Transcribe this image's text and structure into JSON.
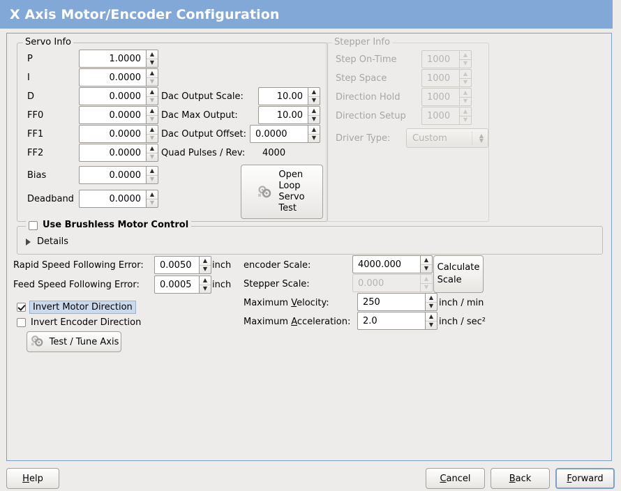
{
  "window": {
    "title": "X Axis Motor/Encoder Configuration",
    "title_bg": "#82a8d8",
    "body_bg": "#edecea",
    "frame_border": "#7ba0cd"
  },
  "servo_info": {
    "legend": "Servo Info",
    "rows": [
      {
        "label": "P",
        "value": "1.0000"
      },
      {
        "label": "I",
        "value": "0.0000"
      },
      {
        "label": "D",
        "value": "0.0000"
      },
      {
        "label": "FF0",
        "value": "0.0000"
      },
      {
        "label": "FF1",
        "value": "0.0000"
      },
      {
        "label": "FF2",
        "value": "0.0000"
      },
      {
        "label": "Bias",
        "value": "0.0000"
      },
      {
        "label": "Deadband",
        "value": "0.0000"
      }
    ],
    "dac": [
      {
        "label": "Dac Output Scale:",
        "value": "10.00"
      },
      {
        "label": "Dac Max Output:",
        "value": "10.00"
      },
      {
        "label": "Dac Output Offset:",
        "value": "0.0000"
      }
    ],
    "quad_label": "Quad Pulses / Rev:",
    "quad_value": "4000",
    "open_loop_button": "Open\nLoop\nServo\nTest",
    "open_loop_lines": [
      "Open",
      "Loop",
      "Servo",
      "Test"
    ],
    "open_loop_icon": "gears-icon"
  },
  "stepper_info": {
    "legend": "Stepper Info",
    "disabled": true,
    "rows": [
      {
        "label": "Step On-Time",
        "value": "1000"
      },
      {
        "label": "Step Space",
        "value": "1000"
      },
      {
        "label": "Direction Hold",
        "value": "1000"
      },
      {
        "label": "Direction Setup",
        "value": "1000"
      }
    ],
    "driver_type_label": "Driver Type:",
    "driver_type_value": "Custom"
  },
  "brushless": {
    "checkbox_label": "Use Brushless Motor Control",
    "checked": false,
    "details_label": "Details",
    "details_expanded": false
  },
  "errors": {
    "rapid_label": "Rapid Speed Following Error:",
    "rapid_value": "0.0050",
    "rapid_unit": "inch",
    "feed_label": "Feed Speed Following Error:",
    "feed_value": "0.0005",
    "feed_unit": "inch"
  },
  "inverts": {
    "motor_label": "Invert Motor Direction",
    "motor_checked": true,
    "motor_focused": true,
    "encoder_label": "Invert Encoder Direction",
    "encoder_checked": false,
    "test_tune_label": "Test / Tune Axis",
    "test_tune_icon": "gears-icon"
  },
  "scales": {
    "encoder_label": "encoder Scale:",
    "encoder_value": "4000.000",
    "stepper_label": "Stepper Scale:",
    "stepper_value": "0.000",
    "stepper_disabled": true,
    "calculate_button_lines": [
      "Calculate",
      "Scale"
    ],
    "max_velocity_label": "Maximum Velocity:",
    "max_velocity_mnemonic": "V",
    "max_velocity_value": "250",
    "max_velocity_unit": "inch / min",
    "max_accel_label": "Maximum Acceleration:",
    "max_accel_mnemonic": "A",
    "max_accel_value": "2.0",
    "max_accel_unit": "inch / sec²"
  },
  "footer": {
    "help": "Help",
    "help_mnemonic": "H",
    "cancel": "Cancel",
    "cancel_mnemonic": "C",
    "back": "Back",
    "back_mnemonic": "B",
    "forward": "Forward",
    "forward_mnemonic": "F",
    "forward_focused": true
  }
}
